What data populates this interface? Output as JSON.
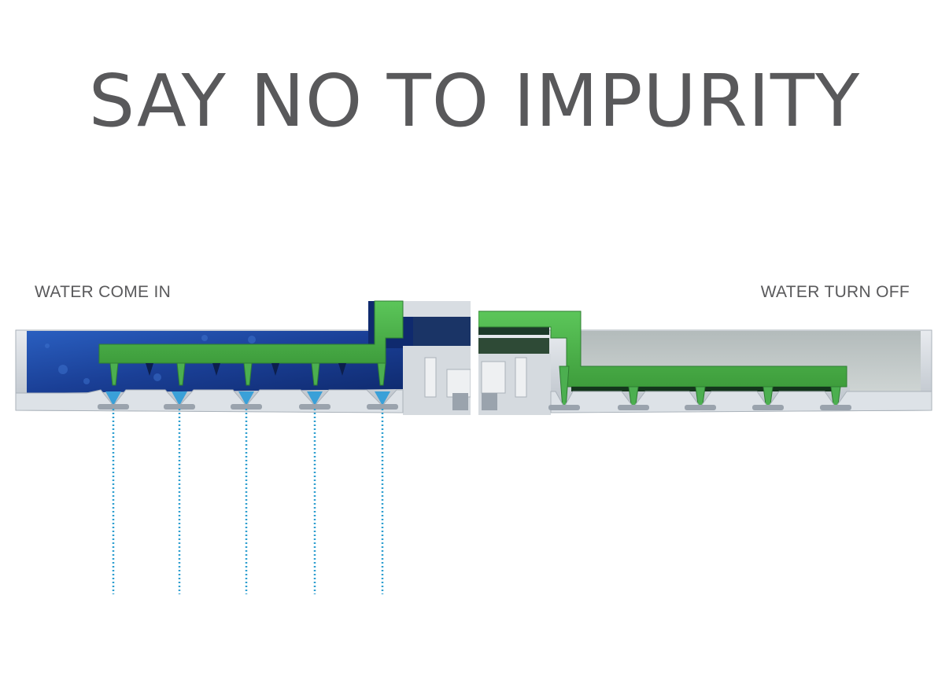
{
  "title": "SAY NO TO IMPURITY",
  "labels": {
    "left": "WATER COME IN",
    "right": "WATER TURN OFF"
  },
  "colors": {
    "title_text": "#59595b",
    "valve_green": "#4caf50",
    "valve_green_dark": "#2e7d32",
    "housing_gray": "#c9ced4",
    "housing_light": "#dfe3e8",
    "water_blue": "#1e4fa8",
    "drip_blue": "#3aa0d8"
  },
  "icons": {
    "left_panel": "valve-open-cross-section",
    "right_panel": "valve-closed-cross-section"
  }
}
